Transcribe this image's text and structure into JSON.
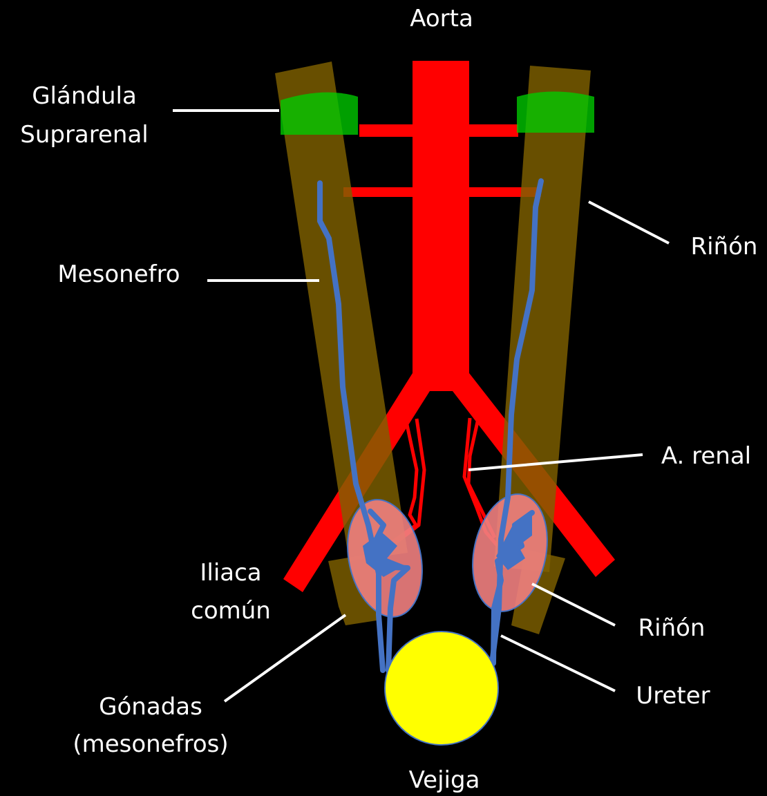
{
  "diagram": {
    "labels": {
      "aorta": "Aorta",
      "glandula_1": "Glándula",
      "glandula_2": "Suprarenal",
      "rinon_top": "Riñón",
      "mesonefro": "Mesonefro",
      "a_renal": "A. renal",
      "iliaca_1": "Iliaca",
      "iliaca_2": "común",
      "rinon_bottom": "Riñón",
      "gonadas_1": "Gónadas",
      "gonadas_2": "(mesonefros)",
      "ureter": "Ureter",
      "vejiga": "Vejiga"
    },
    "colors": {
      "background": "#000000",
      "aorta": "#ff0000",
      "mesonephros": "#7f6000",
      "adrenal": "#00cc00",
      "ureter": "#4472c4",
      "kidney": "#f08080",
      "bladder": "#ffff00",
      "leader_line": "#ffffff"
    }
  }
}
